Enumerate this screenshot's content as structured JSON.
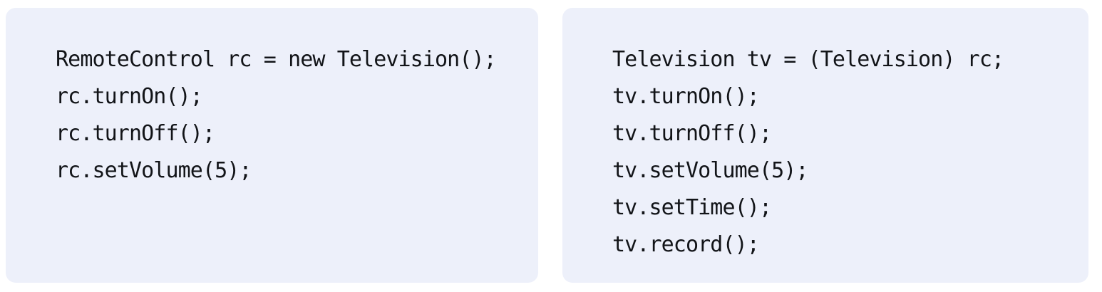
{
  "colors": {
    "page_background": "#ffffff",
    "panel_background": "#edf0fa",
    "code_text": "#121418"
  },
  "panels": [
    {
      "name": "superclass-reference-example",
      "language": "java",
      "lines": [
        "RemoteControl rc = new Television();",
        "rc.turnOn();",
        "rc.turnOff();",
        "rc.setVolume(5);"
      ]
    },
    {
      "name": "downcast-reference-example",
      "language": "java",
      "lines": [
        "Television tv = (Television) rc;",
        "tv.turnOn();",
        "tv.turnOff();",
        "tv.setVolume(5);",
        "tv.setTime();",
        "tv.record();"
      ]
    }
  ]
}
